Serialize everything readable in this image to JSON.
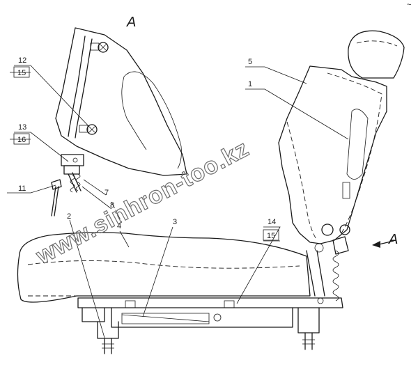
{
  "view_label_top": "A",
  "view_label_right": "A",
  "watermark": "www.sinhron-too.kz",
  "corner_mark": "~",
  "labels": {
    "l12": "12",
    "l15a": "15",
    "l13": "13",
    "l16": "16",
    "l11": "11",
    "l7": "7",
    "l8": "8",
    "l2": "2",
    "l3": "3",
    "l4": "4",
    "l5": "5",
    "l1": "1",
    "l14": "14",
    "l15b": "15"
  }
}
